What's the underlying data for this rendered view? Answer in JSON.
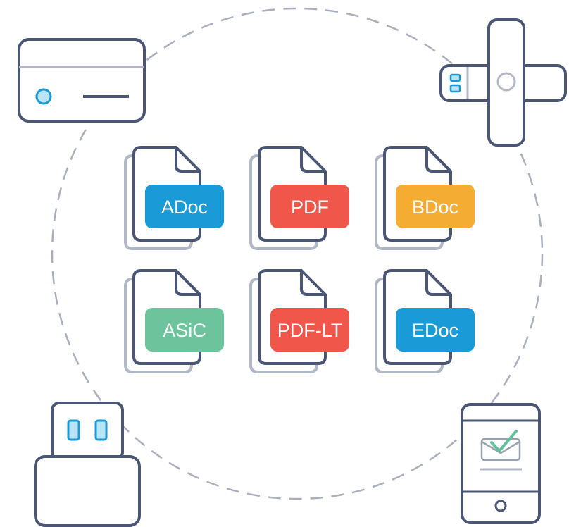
{
  "colors": {
    "outline": "#4b5675",
    "shadow": "#b2b7c5",
    "dashed_circle": "#a9afbd",
    "accent_blue": "#1a9bd7",
    "accent_blue_fill": "#b9e3f6",
    "check_green": "#5fbf96",
    "envelope_gray": "#9aa1b0"
  },
  "devices": [
    {
      "name": "smart-card",
      "icon": "id-card-icon"
    },
    {
      "name": "usb-token",
      "icon": "usb-flash-drive-icon"
    },
    {
      "name": "card-reader",
      "icon": "usb-card-reader-icon"
    },
    {
      "name": "mobile-phone",
      "icon": "mobile-signature-icon"
    }
  ],
  "formats": [
    {
      "label": "ADoc",
      "color": "#1a9bd7"
    },
    {
      "label": "PDF",
      "color": "#f0574a"
    },
    {
      "label": "BDoc",
      "color": "#f5ac33"
    },
    {
      "label": "ASiC",
      "color": "#6cc39c"
    },
    {
      "label": "PDF-LT",
      "color": "#f0574a"
    },
    {
      "label": "EDoc",
      "color": "#1a9bd7"
    }
  ]
}
